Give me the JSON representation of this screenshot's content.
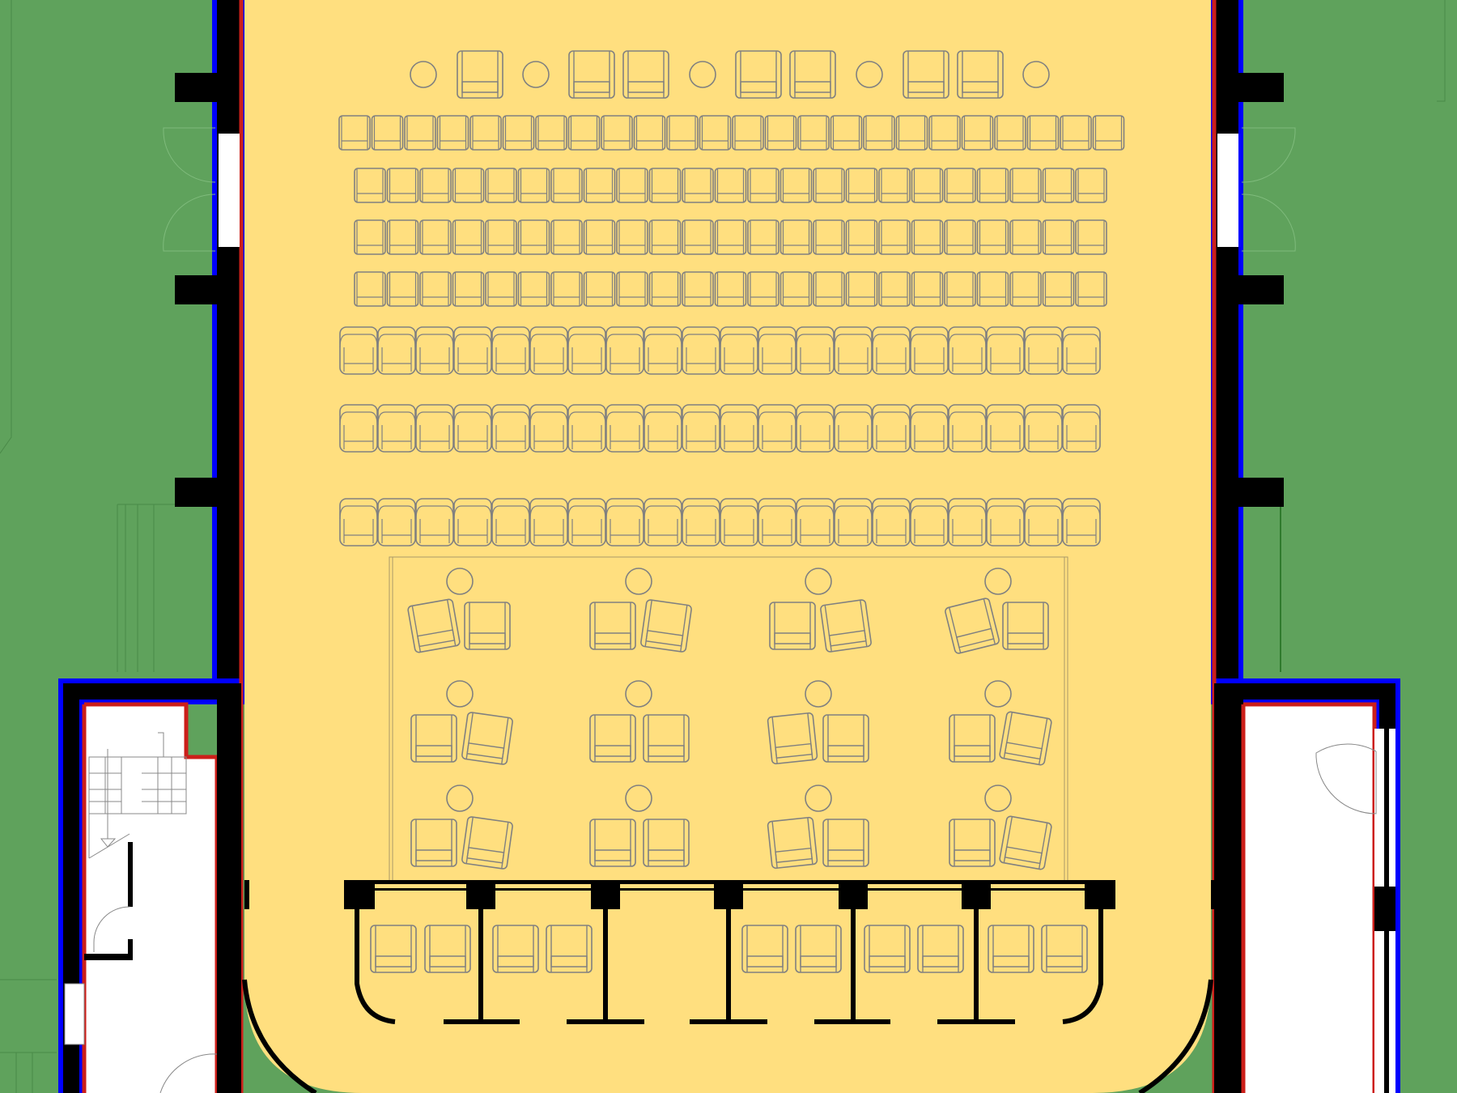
{
  "colors": {
    "ground": "#5fa25c",
    "auditorium_floor": "#ffdf7f",
    "side_rooms": "#ffffff",
    "structure": "#000000",
    "exterior_wall_line": "#0000ff",
    "interior_wall_line": "#cc1f1a",
    "furniture_line": "#808080"
  },
  "seating": {
    "front_row_armchairs": 10,
    "front_row_side_tables": 5,
    "straight_row_seat_counts": [
      24,
      23,
      23,
      23
    ],
    "cushioned_row_seat_counts": [
      20,
      20,
      20
    ],
    "lounge_groups": 12,
    "box_seats": 12
  }
}
